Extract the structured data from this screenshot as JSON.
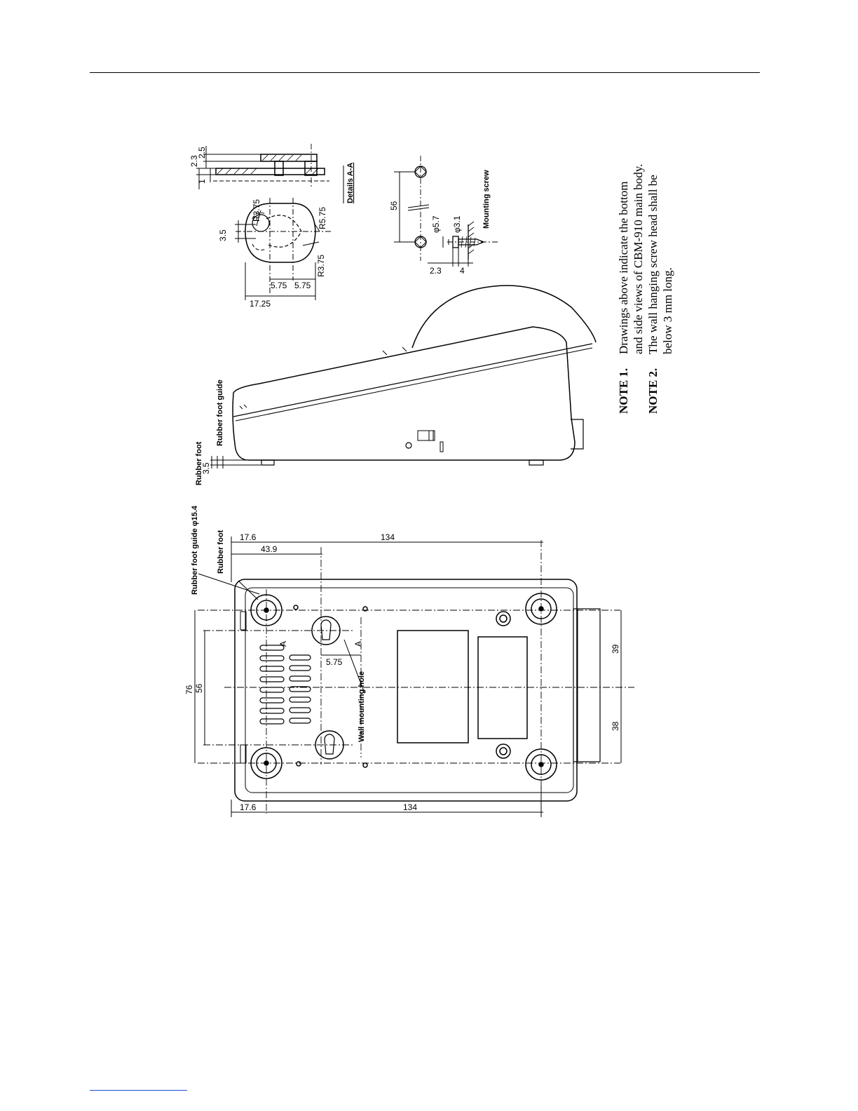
{
  "labels": {
    "rubber_foot_guide_dia": "Rubber foot guide φ15.4",
    "rubber_foot": "Rubber foot",
    "rubber_foot_side": "Rubber foot",
    "rubber_foot_guide_side": "Rubber foot guide",
    "wall_mounting_hole": "Wall mounting hole",
    "details_aa": "Details A-A",
    "mounting_screw": "Mounting screw",
    "section_a_top": "A",
    "section_a_bottom": "A"
  },
  "dimensions": {
    "d17_6_top": "17.6",
    "d43_9": "43.9",
    "d134_top": "134",
    "d17_6_bottom": "17.6",
    "d134_bottom": "134",
    "d76": "76",
    "d56_left": "56",
    "d5_75_bottom": "5.75",
    "d39": "39",
    "d38": "38",
    "d3_5_side": "3.5",
    "d2_3_detail": "2.3",
    "d2_5_detail": "2.5",
    "d1_detail": "1",
    "dR3_75_top": "R3.75",
    "dR3_75_bottom": "R3.75",
    "dR5_75": "R5.75",
    "d3_5_detail": "3.5",
    "d5_75_a": "5.75",
    "d5_75_b": "5.75",
    "d17_25": "17.25",
    "d56_screw": "56",
    "d5_7": "φ5.7",
    "d3_1": "φ3.1",
    "d2_3_screw": "2.3",
    "d4_screw": "4"
  },
  "notes": {
    "note1_label": "NOTE 1.",
    "note1_line1": "Drawings above indicate the bottom",
    "note1_line2": "and side views of CBM-910 main body.",
    "note2_label": "NOTE 2.",
    "note2_line1": "The wall hanging screw head shall be",
    "note2_line2": "below 3 mm long."
  }
}
